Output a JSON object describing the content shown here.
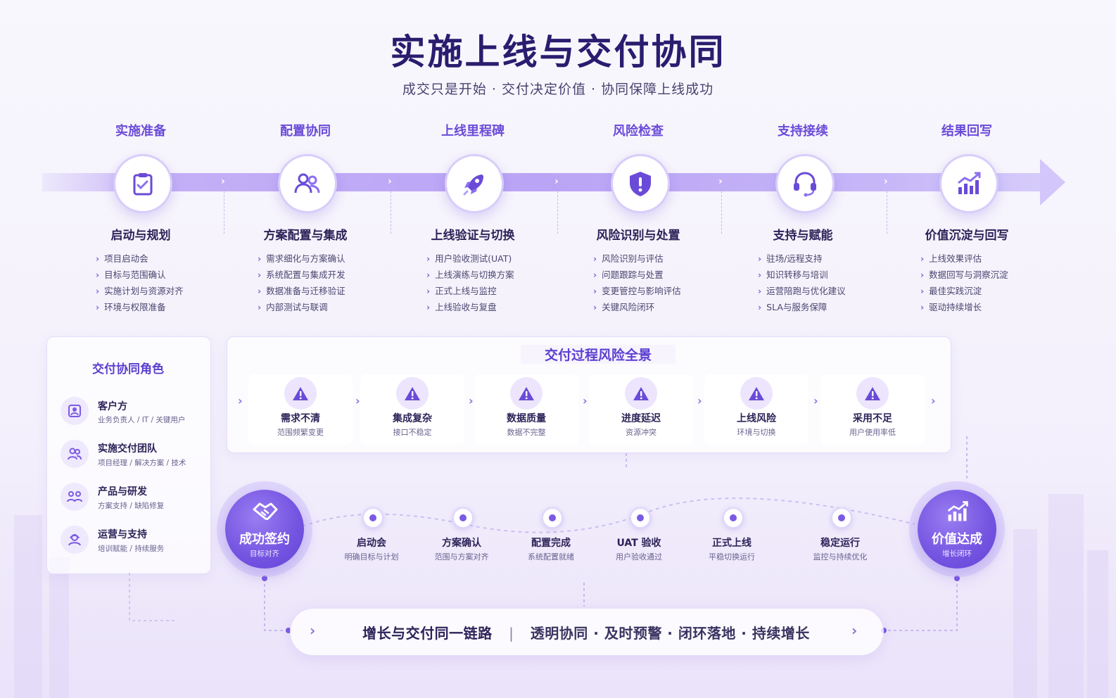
{
  "header": {
    "title": "实施上线与交付协同",
    "subtitle": "成交只是开始 · 交付决定价值 · 协同保障上线成功"
  },
  "phases": [
    {
      "tag": "实施准备",
      "icon": "clipboard-check-icon",
      "title": "启动与规划",
      "items": [
        "项目启动会",
        "目标与范围确认",
        "实施计划与资源对齐",
        "环境与权限准备"
      ]
    },
    {
      "tag": "配置协同",
      "icon": "team-users-icon",
      "title": "方案配置与集成",
      "items": [
        "需求细化与方案确认",
        "系统配置与集成开发",
        "数据准备与迁移验证",
        "内部测试与联调"
      ]
    },
    {
      "tag": "上线里程碑",
      "icon": "rocket-icon",
      "title": "上线验证与切换",
      "items": [
        "用户验收测试(UAT)",
        "上线演练与切换方案",
        "正式上线与监控",
        "上线验收与复盘"
      ]
    },
    {
      "tag": "风险检查",
      "icon": "shield-alert-icon",
      "title": "风险识别与处置",
      "items": [
        "风险识别与评估",
        "问题跟踪与处置",
        "变更管控与影响评估",
        "关键风险闭环"
      ]
    },
    {
      "tag": "支持接续",
      "icon": "headset-icon",
      "title": "支持与赋能",
      "items": [
        "驻场/远程支持",
        "知识转移与培训",
        "运营陪跑与优化建议",
        "SLA与服务保障"
      ]
    },
    {
      "tag": "结果回写",
      "icon": "growth-chart-icon",
      "title": "价值沉淀与回写",
      "items": [
        "上线效果评估",
        "数据回写与洞察沉淀",
        "最佳实践沉淀",
        "驱动持续增长"
      ]
    }
  ],
  "roles": {
    "title": "交付协同角色",
    "items": [
      {
        "icon": "client-icon",
        "name": "客户方",
        "desc": "业务负责人 / IT / 关键用户"
      },
      {
        "icon": "delivery-team-icon",
        "name": "实施交付团队",
        "desc": "项目经理 / 解决方案 / 技术"
      },
      {
        "icon": "rd-team-icon",
        "name": "产品与研发",
        "desc": "方案支持 / 缺陷修复"
      },
      {
        "icon": "support-person-icon",
        "name": "运营与支持",
        "desc": "培训赋能 / 持续服务"
      }
    ]
  },
  "risks": {
    "title": "交付过程风险全景",
    "items": [
      {
        "name": "需求不清",
        "desc": "范围频繁变更"
      },
      {
        "name": "集成复杂",
        "desc": "接口不稳定"
      },
      {
        "name": "数据质量",
        "desc": "数据不完整"
      },
      {
        "name": "进度延迟",
        "desc": "资源冲突"
      },
      {
        "name": "上线风险",
        "desc": "环境与切换"
      },
      {
        "name": "采用不足",
        "desc": "用户使用率低"
      }
    ]
  },
  "milestones": {
    "start": {
      "label": "成功签约",
      "sub": "目标对齐",
      "icon": "handshake-icon"
    },
    "end": {
      "label": "价值达成",
      "sub": "增长闭环",
      "icon": "growth-chart-icon"
    },
    "items": [
      {
        "name": "启动会",
        "desc": "明确目标与计划"
      },
      {
        "name": "方案确认",
        "desc": "范围与方案对齐"
      },
      {
        "name": "配置完成",
        "desc": "系统配置就绪"
      },
      {
        "name": "UAT 验收",
        "desc": "用户验收通过"
      },
      {
        "name": "正式上线",
        "desc": "平稳切换运行"
      },
      {
        "name": "稳定运行",
        "desc": "监控与持续优化"
      }
    ]
  },
  "footer": {
    "lead": "增长与交付同一链路",
    "separator": "|",
    "tail": "透明协同 · 及时预警 · 闭环落地 · 持续增长"
  },
  "colors": {
    "accent": "#6a4bd8",
    "title": "#2a1c6e",
    "band": "#b9a4f5",
    "milestone": "#7353e0"
  }
}
